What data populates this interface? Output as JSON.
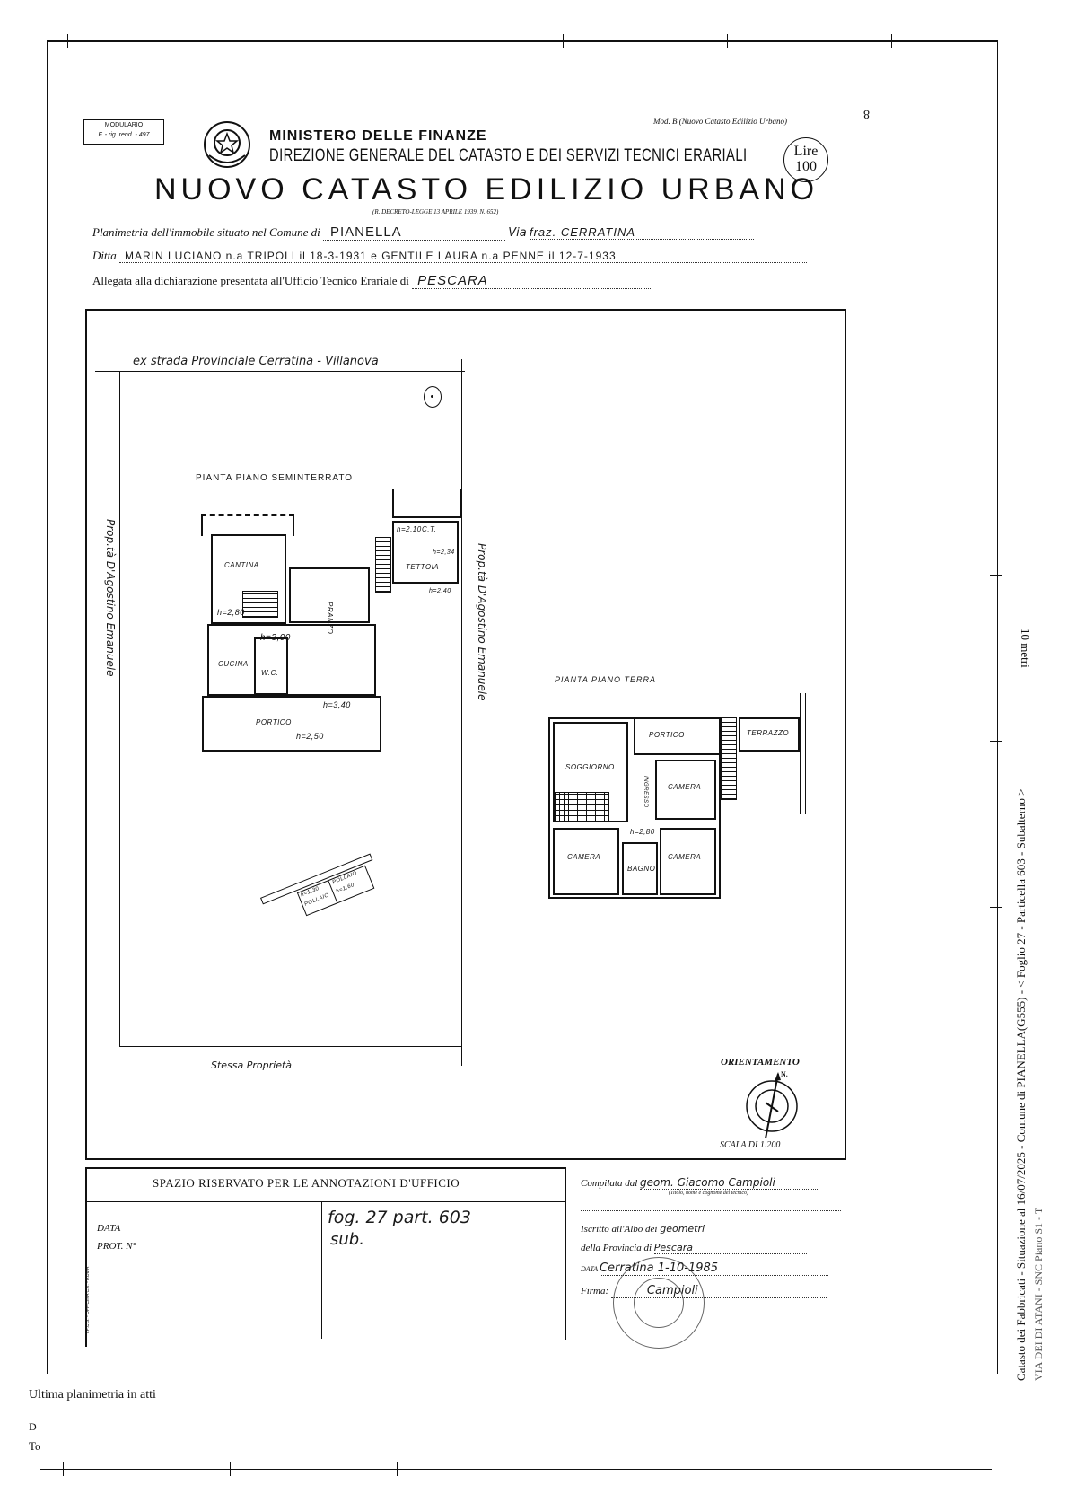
{
  "header": {
    "modulario_line1": "MODULARIO",
    "modulario_line2": "F. - rig. rend. - 497",
    "mod_b": "Mod. B (Nuovo Catasto Edilizio Urbano)",
    "page_marker": "8",
    "ministry": "MINISTERO DELLE FINANZE",
    "direction": "DIREZIONE GENERALE DEL CATASTO E DEI SERVIZI TECNICI ERARIALI",
    "title": "NUOVO CATASTO EDILIZIO URBANO",
    "decree": "(R. DECRETO-LEGGE 13 APRILE 1939, N. 652)",
    "stamp_line1": "Lire",
    "stamp_line2": "100"
  },
  "form_fields": {
    "planimetria_label": "Planimetria dell'immobile situato nel Comune di",
    "comune_value": "PIANELLA",
    "via_struck": "Via",
    "frazione_value": "fraz. CERRATINA",
    "ditta_label": "Ditta",
    "ditta_value": "MARIN LUCIANO n.a TRIPOLI il 18-3-1931 e GENTILE LAURA n.a PENNE il 12-7-1933",
    "allegata_label": "Allegata alla dichiarazione presentata all'Ufficio Tecnico Erariale di",
    "ufficio_value": "PESCARA"
  },
  "plan": {
    "road_top": "ex strada Provinciale Cerratina - Villanova",
    "left_neighbor": "Prop.tà D'Agostino Emanuele",
    "right_neighbor": "Prop.tà D'Agostino Emanuele",
    "bottom_neighbor": "Stessa Proprietà",
    "semi_title": "PIANTA PIANO SEMINTERRATO",
    "ground_title": "PIANTA PIANO TERRA",
    "semi_rooms": {
      "cantina": "CANTINA",
      "cantina_h": "h=2,80",
      "ct": "C.T.",
      "ct_h": "h=2,10",
      "tettoia": "TETTOIA",
      "tettoia_h": "h=2,34",
      "tettoia_h2": "h=2,40",
      "pranzo": "PRANZO",
      "cucina": "CUCINA",
      "wc": "W.C.",
      "center_h": "h=3,00",
      "portico": "PORTICO",
      "portico_h": "h=3,40",
      "portico_h2": "h=2,50"
    },
    "ground_rooms": {
      "soggiorno": "SOGGIORNO",
      "portico": "PORTICO",
      "terrazzo": "TERRAZZO",
      "ingresso": "INGRESSO",
      "camera1": "CAMERA",
      "camera2": "CAMERA",
      "camera3": "CAMERA",
      "bagno": "BAGNO",
      "height": "h=2,80"
    },
    "pollaio": {
      "label1": "POLLAIO",
      "h1": "h=1,30",
      "label2": "POLLAIO",
      "h2": "h=1,60"
    },
    "orientation_label": "ORIENTAMENTO",
    "north_label": "N.",
    "scale_label": "SCALA DI 1.200"
  },
  "office_section": {
    "title": "SPAZIO RISERVATO PER LE ANNOTAZIONI D'UFFICIO",
    "data_label": "DATA",
    "prot_label": "PROT. N°",
    "annotation_line1": "fog. 27 part. 603",
    "annotation_line2": "sub.",
    "side_print": "I.P.C.S. - OFFICINA C.V. - ROMA"
  },
  "compiler": {
    "compilata_label": "Compilata dal",
    "compilata_value": "geom. Giacomo Campioli",
    "compilata_hint": "(Titolo, nome e cognome del tecnico)",
    "iscritto_label": "Iscritto all'Albo dei",
    "iscritto_value": "geometri",
    "provincia_label": "della Provincia di",
    "provincia_value": "Pescara",
    "data_label": "DATA",
    "data_value": "Cerratina 1-10-1985",
    "firma_label": "Firma:",
    "firma_value": "Campioli"
  },
  "footer": {
    "ultima": "Ultima planimetria in atti",
    "data_frag": "D",
    "tot_frag": "To"
  },
  "side_text": {
    "main": "Catasto dei Fabbricati - Situazione al 16/07/2025 - Comune di PIANELLA(G555) - < Foglio 27 - Particella 603 - Subalterno >",
    "scale": "10 metri",
    "address_frag": "VIA DEI DI ATANI - SNC Piano S1 - T"
  }
}
